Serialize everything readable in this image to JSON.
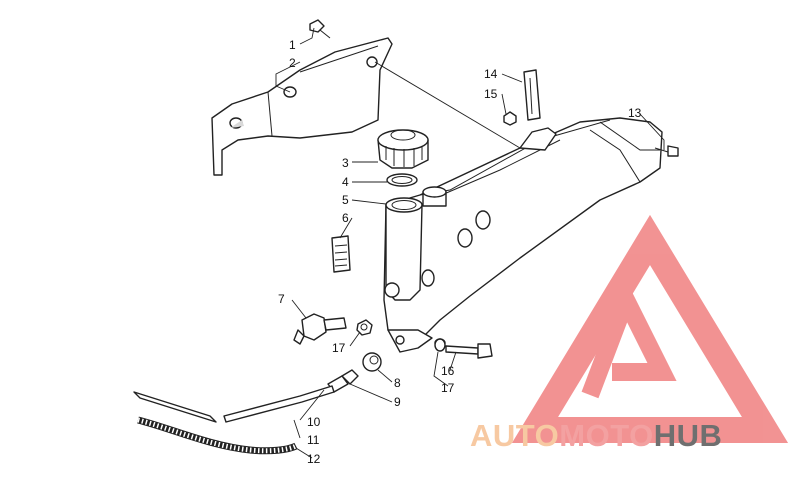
{
  "diagram": {
    "callouts": [
      "1",
      "2",
      "3",
      "4",
      "5",
      "6",
      "7",
      "8",
      "9",
      "10",
      "11",
      "12",
      "13",
      "14",
      "15",
      "16",
      "17",
      "17"
    ]
  },
  "watermark": {
    "word_1": "AUTO",
    "word_2": "MOTO",
    "word_3": "HUB",
    "colors": {
      "word_1": "#f7c9a2",
      "word_2": "#f3a1a1",
      "word_3": "#6f6f6f",
      "mark": "#f08080"
    }
  }
}
